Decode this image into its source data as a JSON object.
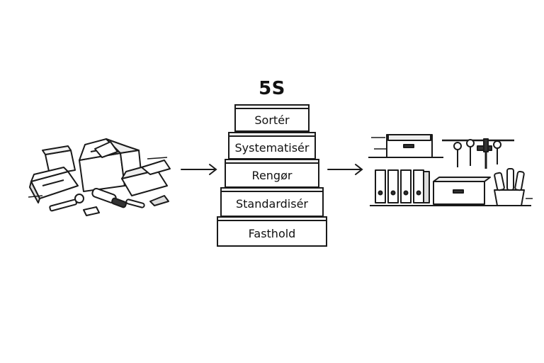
{
  "diagram": {
    "title": "5S",
    "steps": [
      {
        "label": "Sortér"
      },
      {
        "label": "Systematisér"
      },
      {
        "label": "Rengør"
      },
      {
        "label": "Standardisér"
      },
      {
        "label": "Fasthold"
      }
    ],
    "illustrations": {
      "before": "cluttered-boxes-and-tools-icon",
      "after": "organized-shelves-binders-tools-icon"
    },
    "arrows": [
      "arrow-right-icon",
      "arrow-right-icon"
    ]
  }
}
